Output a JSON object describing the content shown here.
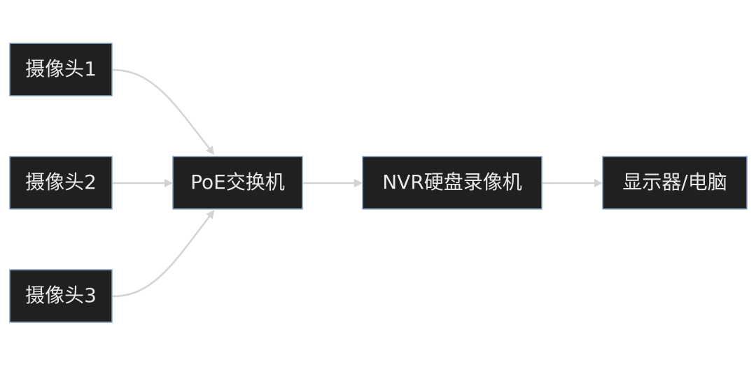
{
  "diagram": {
    "nodes": {
      "camera1": "摄像头1",
      "camera2": "摄像头2",
      "camera3": "摄像头3",
      "poe_switch": "PoE交换机",
      "nvr": "NVR硬盘录像机",
      "display": "显示器/电脑"
    }
  },
  "colors": {
    "node_fill": "#1f2020",
    "node_border": "#81a0c8",
    "node_text": "#e8e8e8",
    "edge": "#d3d3d3",
    "background": "#ffffff"
  }
}
